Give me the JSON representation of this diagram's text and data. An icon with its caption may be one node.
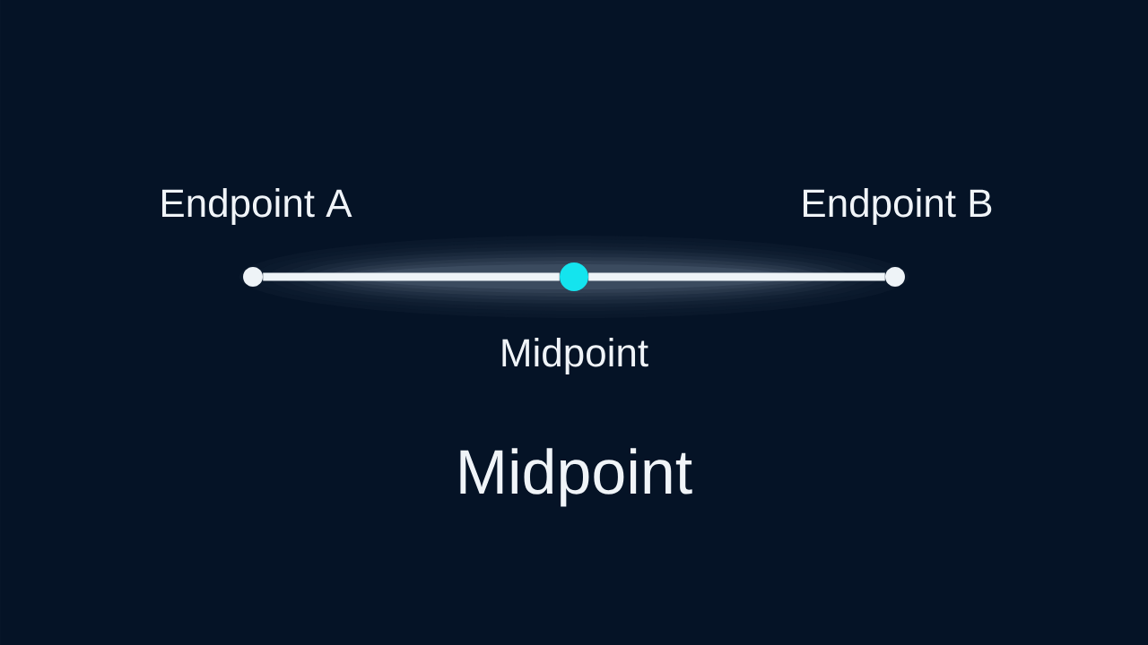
{
  "diagram": {
    "caption": "Midpoint",
    "nodes": [
      {
        "text": [
          "Endpoint A"
        ]
      },
      {
        "text": [
          "Midpoint"
        ]
      },
      {
        "text": [
          "Endpoint B"
        ]
      }
    ],
    "edges": [
      {
        "from": 0,
        "to": 1,
        "arrow": "none"
      },
      {
        "from": 1,
        "to": 2,
        "arrow": "none"
      }
    ]
  }
}
